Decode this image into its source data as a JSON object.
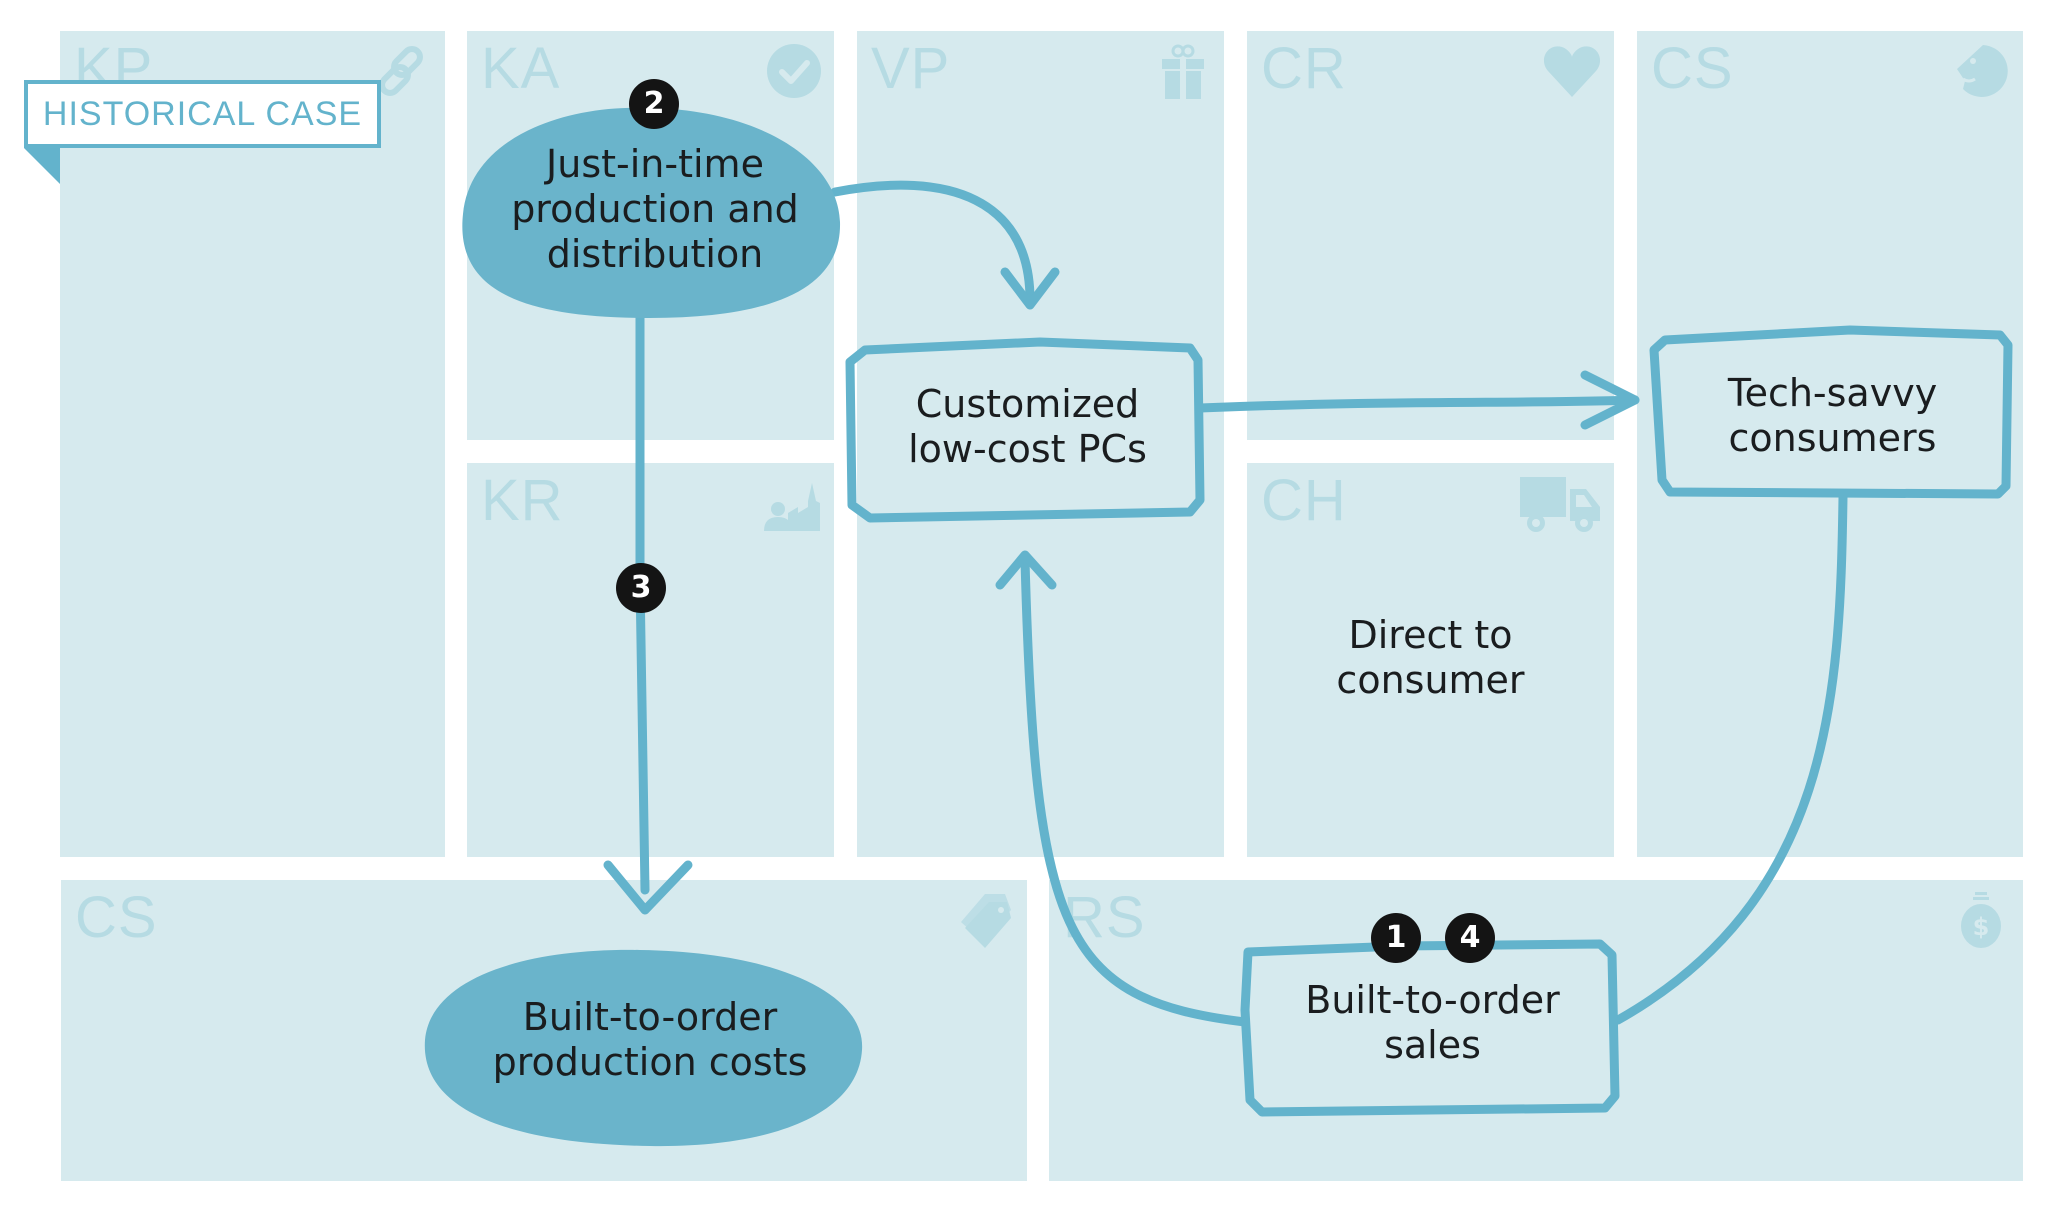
{
  "label": {
    "text": "HISTORICAL CASE"
  },
  "colors": {
    "panel": "#d6eaee",
    "accent": "#63b3cc",
    "blob": "#6ab4cb",
    "panel_label": "#b6dbe3",
    "badge": "#141414"
  },
  "panels": {
    "kp": {
      "code": "KP",
      "icon": "link-icon",
      "name": "Key Partners"
    },
    "ka": {
      "code": "KA",
      "icon": "check-circle-icon",
      "name": "Key Activities"
    },
    "kr": {
      "code": "KR",
      "icon": "worker-factory-icon",
      "name": "Key Resources"
    },
    "vp": {
      "code": "VP",
      "icon": "gift-icon",
      "name": "Value Propositions"
    },
    "cr": {
      "code": "CR",
      "icon": "heart-icon",
      "name": "Customer Relationships"
    },
    "ch": {
      "code": "CH",
      "icon": "truck-icon",
      "name": "Channels"
    },
    "cs": {
      "code": "CS",
      "icon": "face-icon",
      "name": "Customer Segments"
    },
    "cost": {
      "code": "CS",
      "icon": "tag-icon",
      "name": "Cost Structure"
    },
    "rs": {
      "code": "RS",
      "icon": "money-bag-icon",
      "name": "Revenue Streams"
    }
  },
  "nodes": {
    "jit": {
      "text_line1": "Just-in-time",
      "text_line2": "production and",
      "text_line3": "distribution",
      "badge": "2"
    },
    "pcs": {
      "text_line1": "Customized",
      "text_line2": "low-cost PCs"
    },
    "consumers": {
      "text_line1": "Tech-savvy",
      "text_line2": "consumers"
    },
    "channel": {
      "text_line1": "Direct to",
      "text_line2": "consumer"
    },
    "costs": {
      "text_line1": "Built-to-order",
      "text_line2": "production costs"
    },
    "sales": {
      "text_line1": "Built-to-order",
      "text_line2": "sales",
      "badges": [
        "1",
        "4"
      ]
    }
  },
  "badges": {
    "b1": "1",
    "b2": "2",
    "b3": "3",
    "b4": "4"
  }
}
